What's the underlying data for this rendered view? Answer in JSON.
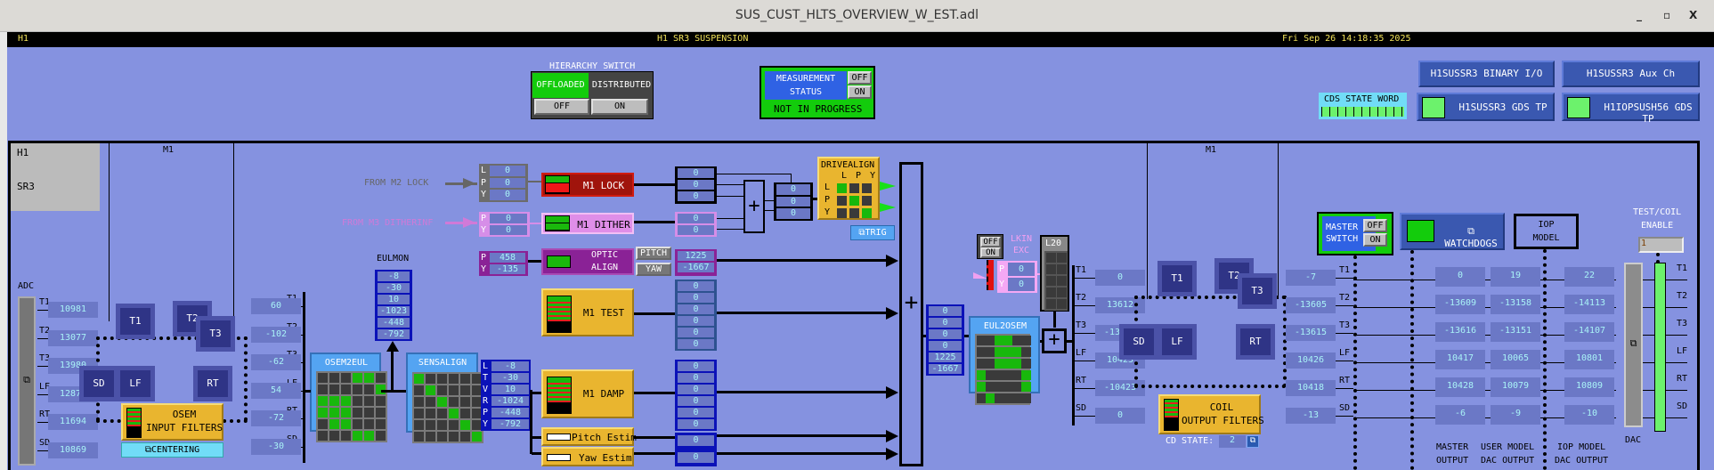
{
  "window": {
    "title": "SUS_CUST_HLTS_OVERVIEW_W_EST.adl",
    "minimize": "_",
    "maximize": "▫",
    "close": "X"
  },
  "banner": {
    "site": "H1",
    "system": "H1 SR3 SUSPENSION",
    "datetime": "Fri Sep 26 14:18:35 2025"
  },
  "hierarchy": {
    "title": "HIERARCHY SWITCH",
    "offloaded": "OFFLOADED",
    "distributed": "DISTRIBUTED",
    "off": "OFF",
    "on": "ON"
  },
  "measurement": {
    "label1": "MEASUREMENT",
    "label2": "STATUS",
    "off": "OFF",
    "on": "ON",
    "status": "NOT IN PROGRESS"
  },
  "cds": {
    "label": "CDS STATE WORD"
  },
  "links": {
    "binary_io": "H1SUSSR3 BINARY I/O",
    "aux": "H1SUSSR3 Aux Ch",
    "gds": "H1SUSSR3 GDS TP",
    "iop_gds": "H1IOPSUSH56 GDS TP"
  },
  "stage": {
    "site": "H1",
    "optic": "SR3",
    "m1_left": "M1",
    "m1_right": "M1"
  },
  "adc": {
    "label": "ADC",
    "channels": [
      "T1",
      "T2",
      "T3",
      "LF",
      "RT",
      "SD"
    ],
    "values": [
      "10981",
      "13077",
      "13980",
      "12871",
      "11694",
      "10869"
    ]
  },
  "osem_buttons": [
    "T1",
    "T2",
    "T3",
    "SD",
    "LF",
    "RT"
  ],
  "input_filters": {
    "label1": "OSEM",
    "label2": "INPUT FILTERS",
    "centering": "⧉CENTERING"
  },
  "osem_out": {
    "channels": [
      "T1",
      "T2",
      "T3",
      "LF",
      "RT",
      "SD"
    ],
    "values": [
      "60",
      "-102",
      "-62",
      "54",
      "-72",
      "-30"
    ]
  },
  "osem2eul": {
    "label": "OSEM2EUL"
  },
  "eulmon": {
    "label": "EULMON",
    "values": [
      "-8",
      "-30",
      "10",
      "-1023",
      "-448",
      "-792"
    ]
  },
  "sensalign": {
    "label": "SENSALIGN",
    "dofs": [
      "L",
      "T",
      "V",
      "R",
      "P",
      "Y"
    ],
    "values": [
      "-8",
      "-30",
      "10",
      "-1024",
      "-448",
      "-792"
    ]
  },
  "m2lock": {
    "label": "FROM M2 LOCK",
    "dofs": [
      "L",
      "P",
      "Y"
    ],
    "values": [
      "0",
      "0",
      "0"
    ]
  },
  "m3dither": {
    "label": "FROM M3 DITHERINF",
    "dofs": [
      "P",
      "Y"
    ],
    "values": [
      "0",
      "0"
    ]
  },
  "optic_in": {
    "dofs": [
      "P",
      "Y"
    ],
    "values": [
      "458",
      "-135"
    ]
  },
  "m1lock": {
    "label": "M1 LOCK",
    "out": [
      "0",
      "0",
      "0"
    ]
  },
  "m1dither": {
    "label": "M1 DITHER",
    "out": [
      "0",
      "0"
    ]
  },
  "opticalign": {
    "label1": "OPTIC",
    "label2": "ALIGN",
    "pitch": "PITCH",
    "yaw": "YAW",
    "out": [
      "1225",
      "-1667"
    ]
  },
  "m1test": {
    "label": "M1 TEST",
    "out": [
      "0",
      "0",
      "0",
      "0",
      "0",
      "0"
    ]
  },
  "m1damp": {
    "label": "M1 DAMP",
    "out": [
      "0",
      "0",
      "0",
      "0",
      "0",
      "0"
    ]
  },
  "pitchestim": {
    "label": "Pitch Estim",
    "out": "0"
  },
  "yawestim": {
    "label": "Yaw Estim",
    "out": "0"
  },
  "sum_out": {
    "values": [
      "0",
      "0",
      "0"
    ]
  },
  "drivealign": {
    "label": "DRIVEALIGN",
    "cols": [
      "L",
      "P",
      "Y"
    ],
    "rows": [
      "L",
      "P",
      "Y"
    ],
    "trig": "⧉TRIG"
  },
  "eul_total": {
    "values": [
      "0",
      "0",
      "0",
      "0",
      "1225",
      "-1667"
    ]
  },
  "lkin": {
    "off": "OFF",
    "on": "ON",
    "label1": "LKIN",
    "label2": "EXC",
    "dofs": [
      "P",
      "Y"
    ],
    "values": [
      "0",
      "0"
    ]
  },
  "l20": {
    "label": "L20"
  },
  "eul2osem": {
    "label": "EUL2OSEM"
  },
  "coil_in": {
    "channels": [
      "T1",
      "T2",
      "T3",
      "LF",
      "RT",
      "SD"
    ],
    "values": [
      "0",
      "13612",
      "-13612",
      "10423",
      "-10423",
      "0"
    ]
  },
  "coil_filters": {
    "label1": "COIL",
    "label2": "OUTPUT FILTERS",
    "cd_state_label": "CD STATE:",
    "cd_state": "2"
  },
  "coil_out": {
    "channels": [
      "T1",
      "T2",
      "T3",
      "LF",
      "RT",
      "SD"
    ],
    "values": [
      "-7",
      "-13605",
      "-13615",
      "10426",
      "10418",
      "-13"
    ]
  },
  "master": {
    "label1": "MASTER",
    "label2": "SWITCH",
    "off": "OFF",
    "on": "ON"
  },
  "watchdogs": {
    "label": "⧉ WATCHDOGS"
  },
  "iop": {
    "label1": "IOP",
    "label2": "MODEL"
  },
  "master_output": {
    "label1": "MASTER",
    "label2": "OUTPUT",
    "values": [
      "0",
      "-13609",
      "-13616",
      "10417",
      "10428",
      "-6"
    ]
  },
  "user_dac": {
    "label1": "USER MODEL",
    "label2": "DAC OUTPUT",
    "values": [
      "19",
      "-13158",
      "-13151",
      "10065",
      "10079",
      "-9"
    ]
  },
  "iop_dac": {
    "label1": "IOP MODEL",
    "label2": "DAC OUTPUT",
    "values": [
      "22",
      "-14113",
      "-14107",
      "10801",
      "10809",
      "-10"
    ]
  },
  "dac": {
    "label": "DAC",
    "channels": [
      "T1",
      "T2",
      "T3",
      "LF",
      "RT",
      "SD"
    ]
  },
  "testcoil": {
    "label1": "TEST/COIL",
    "label2": "ENABLE",
    "value": "1"
  }
}
